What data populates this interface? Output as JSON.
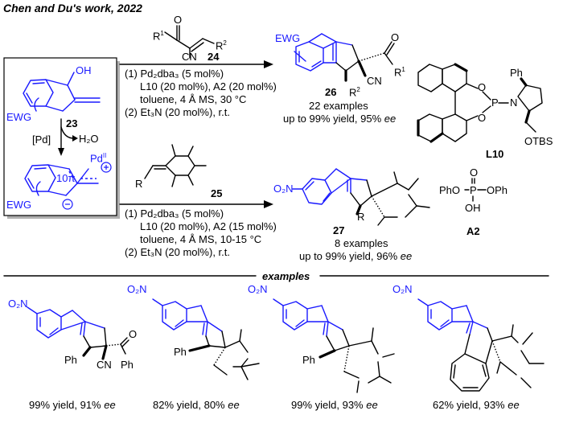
{
  "header": {
    "title": "Chen and Du's work, 2022"
  },
  "colors": {
    "accent": "#1a1aff",
    "shadow": "#b0b0b0"
  },
  "inset": {
    "substrate_label": "23",
    "substrate_oh": "OH",
    "ewg": "EWG",
    "pd_label": "[Pd]",
    "water": "H₂O",
    "ten_pi": "10π",
    "pd_ii": "Pd",
    "pd_ii_sup": "II"
  },
  "reaction1": {
    "reagent_label": "24",
    "reagent_r1": "R",
    "reagent_r2": "R",
    "reagent_cn": "CN",
    "reagent_o": "O",
    "conditions": [
      "(1) Pd₂dba₃ (5 mol%)",
      "L10 (20 mol%), A2 (20 mol%)",
      "toluene, 4 Å MS, 30 °C",
      "(2) Et₃N (20 mol%), r.t."
    ],
    "product_label": "26",
    "product_r2": "R",
    "product_cn": "CN",
    "product_r1": "R",
    "product_o": "O",
    "product_ewg": "EWG",
    "examples": "22 examples",
    "scope": "up to 99% yield, 95% ",
    "ee": "ee"
  },
  "reaction2": {
    "reagent_label": "25",
    "reagent_r": "R",
    "conditions": [
      "(1) Pd₂dba₃ (5 mol%)",
      "L10 (20 mol%), A2 (15 mol%)",
      "toluene, 4 Å MS, 10-15 °C",
      "(2) Et₃N (20 mol%), r.t."
    ],
    "product_label": "27",
    "product_no2": "O₂N",
    "product_r": "R",
    "examples": "8 examples",
    "scope": "up to 99% yield, 96% ",
    "ee": "ee"
  },
  "ligand": {
    "label": "L10",
    "ph": "Ph",
    "otbs": "OTBS",
    "o": "O",
    "p": "P",
    "n": "N"
  },
  "acid": {
    "label": "A2",
    "left": "PhO",
    "right": "OPh",
    "p": "P",
    "o": "O",
    "oh": "OH"
  },
  "examples_section": {
    "title": "examples",
    "items": [
      {
        "yield": "99% yield, 91% ",
        "ee": "ee"
      },
      {
        "yield": "82% yield, 80% ",
        "ee": "ee"
      },
      {
        "yield": "99% yield, 93% ",
        "ee": "ee"
      },
      {
        "yield": "62% yield, 93% ",
        "ee": "ee"
      }
    ],
    "no2": "O₂N",
    "ph": "Ph",
    "cn": "CN",
    "o": "O",
    "n": "N"
  }
}
